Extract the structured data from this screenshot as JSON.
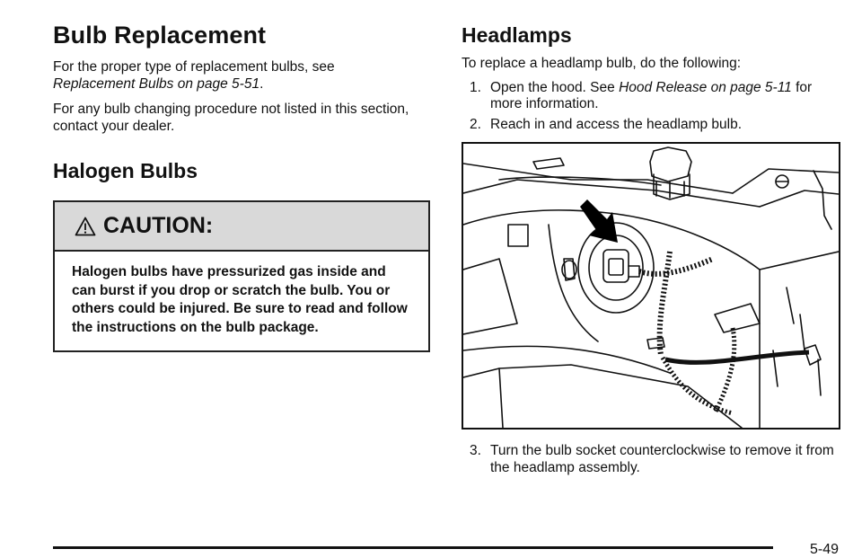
{
  "left": {
    "title": "Bulb Replacement",
    "para1_text": "For the proper type of replacement bulbs, see",
    "para1_ref": "Replacement Bulbs on page 5-51",
    "para1_end": ".",
    "para2": "For any bulb changing procedure not listed in this section, contact your dealer.",
    "subtitle": "Halogen Bulbs",
    "caution": {
      "icon": "warning-triangle-icon",
      "title": "CAUTION:",
      "body": "Halogen bulbs have pressurized gas inside and can burst if you drop or scratch the bulb. You or others could be injured. Be sure to read and follow the instructions on the bulb package."
    }
  },
  "right": {
    "title": "Headlamps",
    "intro": "To replace a headlamp bulb, do the following:",
    "steps": [
      {
        "num": "1.",
        "text_a": "Open the hood. See ",
        "ref": "Hood Release on page 5-11",
        "text_b": " for more information."
      },
      {
        "num": "2.",
        "text": "Reach in and access the headlamp bulb."
      },
      {
        "num": "3.",
        "text": "Turn the bulb socket counterclockwise to remove it from the headlamp assembly."
      }
    ]
  },
  "footer": {
    "page_number": "5-49"
  }
}
